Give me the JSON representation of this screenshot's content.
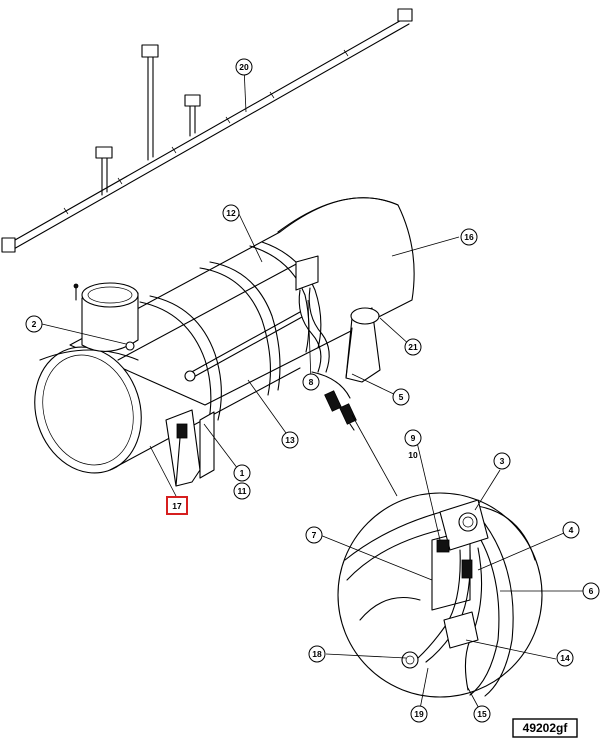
{
  "figure": {
    "reference_code": "49202gf",
    "highlighted_callout": "17"
  },
  "callouts": {
    "c1": "1",
    "c2": "2",
    "c3": "3",
    "c4": "4",
    "c5": "5",
    "c6": "6",
    "c7": "7",
    "c8": "8",
    "c9": "9",
    "c10": "10",
    "c11": "11",
    "c12": "12",
    "c13": "13",
    "c14": "14",
    "c15": "15",
    "c16": "16",
    "c17": "17",
    "c18": "18",
    "c19": "19",
    "c20": "20",
    "c21": "21"
  },
  "colors": {
    "line": "#000000",
    "highlight": "#d61f1f",
    "background": "#ffffff"
  }
}
